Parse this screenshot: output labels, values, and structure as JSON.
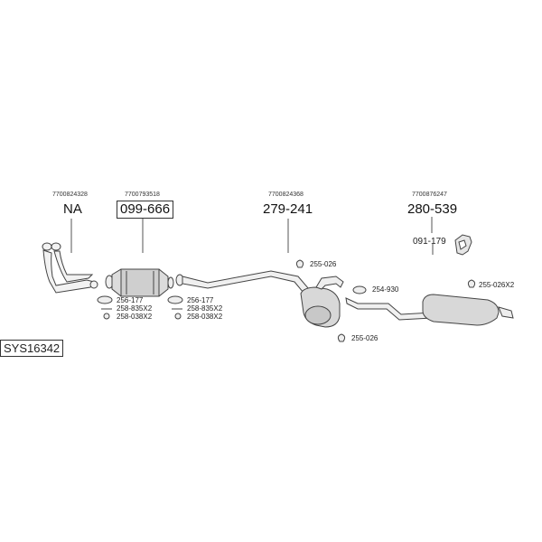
{
  "diagram": {
    "system_code": "SYS16342",
    "groups": [
      {
        "oem_number": "7700824328",
        "part_number": "NA",
        "boxed": false
      },
      {
        "oem_number": "7700793518",
        "part_number": "099-666",
        "boxed": true
      },
      {
        "oem_number": "7700824368",
        "part_number": "279-241",
        "boxed": false
      },
      {
        "oem_number": "7700876247",
        "part_number": "280-539",
        "boxed": false
      }
    ],
    "accessories": {
      "front_pipe_kit": [
        "256-177",
        "258-835X2",
        "258-038X2"
      ],
      "catalyst_kit": [
        "256-177",
        "258-835X2",
        "258-038X2"
      ],
      "mid_hanger_top": "255-026",
      "mid_hanger_bottom": "255-026",
      "clamp": "254-930",
      "rear_hanger": "255-026X2",
      "tail_part": "091-179"
    }
  }
}
